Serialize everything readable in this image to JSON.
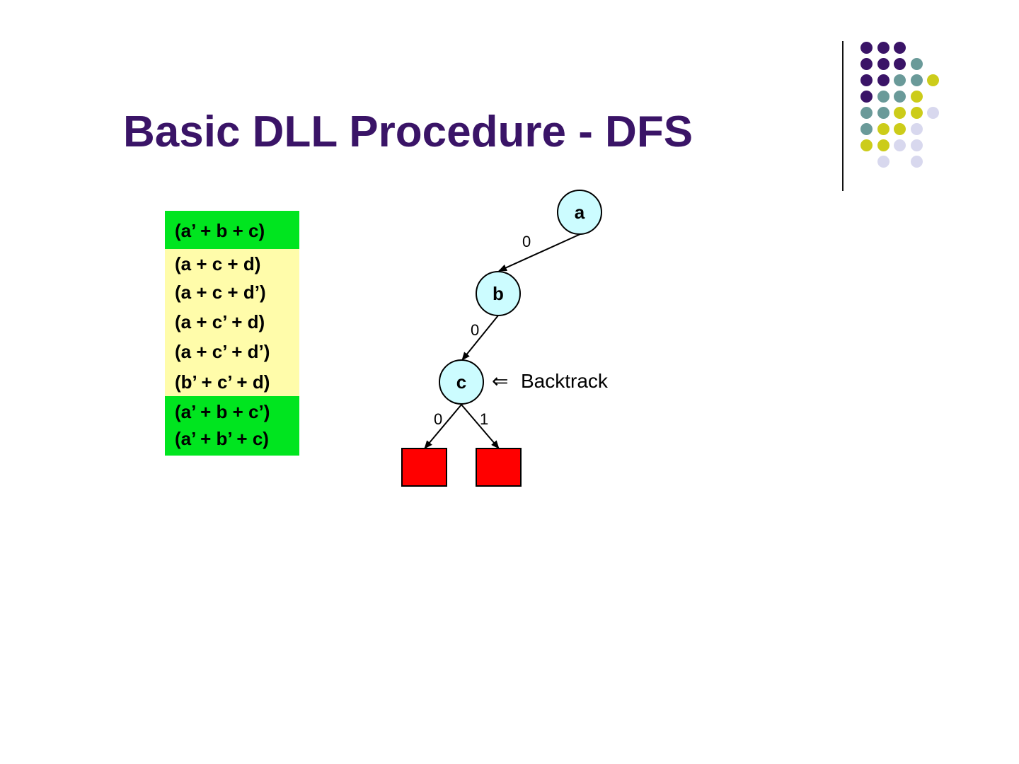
{
  "slide": {
    "title": "Basic DLL Procedure - DFS"
  },
  "colors": {
    "title": "#3a1467",
    "satisfied_clause": "#00e51f",
    "unresolved_clause": "#fffcaa",
    "tree_node": "#ccfcff",
    "conflict_leaf": "#ff0000",
    "dot_purple": "#3a1467",
    "dot_teal": "#6a9a99",
    "dot_olive": "#cccc1a",
    "dot_lavender": "#d8d8ee"
  },
  "decor": {
    "dot_rows": [
      [
        "purple",
        "purple",
        "purple",
        "none",
        "none"
      ],
      [
        "purple",
        "purple",
        "purple",
        "teal",
        "none"
      ],
      [
        "purple",
        "purple",
        "teal",
        "teal",
        "olive"
      ],
      [
        "purple",
        "teal",
        "teal",
        "olive",
        "none"
      ],
      [
        "teal",
        "teal",
        "olive",
        "olive",
        "lavender"
      ],
      [
        "teal",
        "olive",
        "olive",
        "lavender",
        "none"
      ],
      [
        "olive",
        "olive",
        "lavender",
        "lavender",
        "none"
      ],
      [
        "none",
        "lavender",
        "none",
        "lavender",
        "none"
      ]
    ]
  },
  "clauses": [
    {
      "text": "(a’ + b + c)",
      "status": "satisfied"
    },
    {
      "text": "(a + c + d)",
      "status": "unresolved"
    },
    {
      "text": "(a + c + d’)",
      "status": "unresolved"
    },
    {
      "text": "(a + c’ + d)",
      "status": "unresolved"
    },
    {
      "text": "(a + c’ + d’)",
      "status": "unresolved"
    },
    {
      "text": "(b’ + c’ + d)",
      "status": "unresolved"
    },
    {
      "text": "(a’ + b + c’)",
      "status": "satisfied"
    },
    {
      "text": "(a’ + b’ + c)",
      "status": "satisfied"
    }
  ],
  "tree": {
    "nodes": [
      {
        "id": "a",
        "label": "a"
      },
      {
        "id": "b",
        "label": "b"
      },
      {
        "id": "c",
        "label": "c"
      }
    ],
    "edges": [
      {
        "from": "a",
        "to": "b",
        "label": "0"
      },
      {
        "from": "b",
        "to": "c",
        "label": "0"
      },
      {
        "from": "c",
        "to": "leaf_left",
        "label": "0"
      },
      {
        "from": "c",
        "to": "leaf_right",
        "label": "1"
      }
    ],
    "leaves": [
      {
        "id": "leaf_left",
        "status": "conflict"
      },
      {
        "id": "leaf_right",
        "status": "conflict"
      }
    ],
    "annotation": {
      "arrow_glyph": "⇐",
      "text": "Backtrack"
    }
  }
}
